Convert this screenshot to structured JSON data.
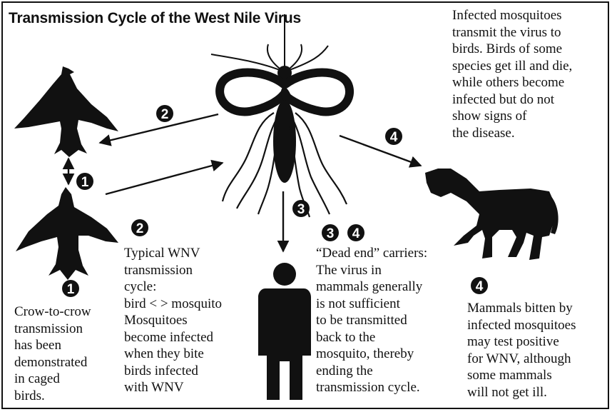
{
  "title": "Transmission Cycle of the West Nile Virus",
  "markers": {
    "crow_to_crow": "1",
    "typical_cycle": "2",
    "dead_end": "3",
    "mammal": "4"
  },
  "texts": {
    "mosquito_to_birds": "Infected mosquitoes\ntransmit the virus to\nbirds. Birds of some\nspecies get ill and die,\nwhile others become\ninfected but do not\nshow signs of\nthe disease.",
    "crow_to_crow": "Crow-to-crow\ntransmission\nhas been\ndemonstrated\nin caged\nbirds.",
    "typical_cycle": "Typical WNV\ntransmission\ncycle:\nbird <   > mosquito\nMosquitoes\nbecome infected\nwhen they bite\nbirds infected\nwith WNV",
    "dead_end": "“Dead end” carriers:\nThe virus in\nmammals generally\nis not sufficient\nto be transmitted\nback to the\nmosquito, thereby\nending the\ntransmission cycle.",
    "mammals_bitten": "Mammals bitten by\ninfected mosquitoes\nmay test positive\nfor WNV, although\nsome mammals\nwill not get ill."
  },
  "icons": [
    "bird-icon",
    "bird-icon",
    "mosquito-icon",
    "human-icon",
    "horse-icon"
  ]
}
